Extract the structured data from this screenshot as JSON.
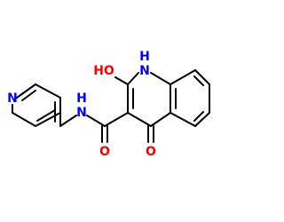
{
  "colors": {
    "bond": "#000000",
    "carbon": "#000000",
    "nitrogen": "#0000FF",
    "oxygen": "#FF0000",
    "background": "#FFFFFF"
  },
  "atom_labels": {
    "quinoline_nh": "H",
    "quinoline_n": "N",
    "hydroxyl_o": "HO",
    "amide_nh_h": "H",
    "amide_n": "N",
    "amide_o": "O",
    "keto_o": "O",
    "pyridine_n": "N"
  }
}
